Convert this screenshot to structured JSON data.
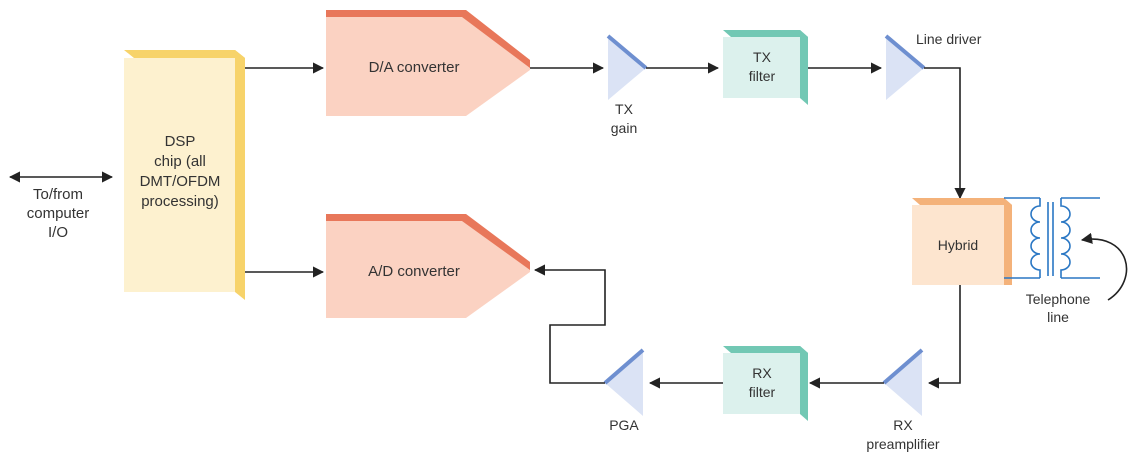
{
  "io": {
    "line1": "To/from",
    "line2": "computer",
    "line3": "I/O"
  },
  "dsp": {
    "line1": "DSP",
    "line2": "chip (all",
    "line3": "DMT/OFDM",
    "line4": "processing)"
  },
  "dac": {
    "label": "D/A converter"
  },
  "adc": {
    "label": "A/D converter"
  },
  "tx_gain": {
    "line1": "TX",
    "line2": "gain"
  },
  "tx_filter": {
    "line1": "TX",
    "line2": "filter"
  },
  "line_driver": {
    "label": "Line driver"
  },
  "hybrid": {
    "label": "Hybrid"
  },
  "telephone_line": {
    "line1": "Telephone",
    "line2": "line"
  },
  "rx_preamp": {
    "line1": "RX",
    "line2": "preamplifier"
  },
  "rx_filter": {
    "line1": "RX",
    "line2": "filter"
  },
  "pga": {
    "label": "PGA"
  },
  "colors": {
    "dsp_fill": "#fdf1cf",
    "dsp_edge": "#f7d36a",
    "converter_fill": "#fbd2c2",
    "converter_edge": "#e8775a",
    "filter_fill": "#dcf1ed",
    "filter_edge": "#72c8b4",
    "amp_fill": "#dbe3f5",
    "amp_edge": "#6e8fd0",
    "hybrid_fill": "#fde5cf",
    "hybrid_edge": "#f4b27a",
    "transformer": "#2a77c4"
  }
}
